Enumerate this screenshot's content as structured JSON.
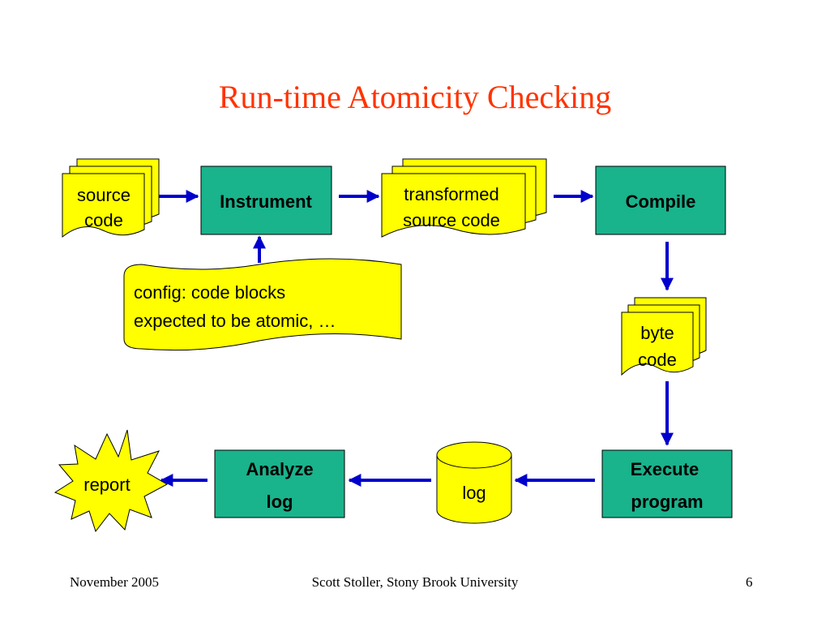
{
  "slide": {
    "title": "Run-time Atomicity Checking",
    "footer": {
      "date": "November 2005",
      "author": "Scott Stoller, Stony Brook University",
      "page": "6"
    }
  },
  "diagram": {
    "nodes": {
      "source_code": {
        "lines": [
          "source",
          "code"
        ]
      },
      "instrument": {
        "label": "Instrument"
      },
      "transformed_source": {
        "lines": [
          "transformed",
          "source code"
        ]
      },
      "compile": {
        "label": "Compile"
      },
      "config": {
        "lines": [
          "config: code blocks",
          "expected to be atomic, …"
        ]
      },
      "byte_code": {
        "lines": [
          "byte",
          "code"
        ]
      },
      "execute": {
        "lines": [
          "Execute",
          "program"
        ]
      },
      "log_store": {
        "label": "log"
      },
      "analyze": {
        "lines": [
          "Analyze",
          "log"
        ]
      },
      "report": {
        "label": "report"
      }
    },
    "colors": {
      "process_fill": "#19b38c",
      "document_fill": "#ffff00",
      "arrow": "#0000cc",
      "title": "#ff3300"
    }
  }
}
